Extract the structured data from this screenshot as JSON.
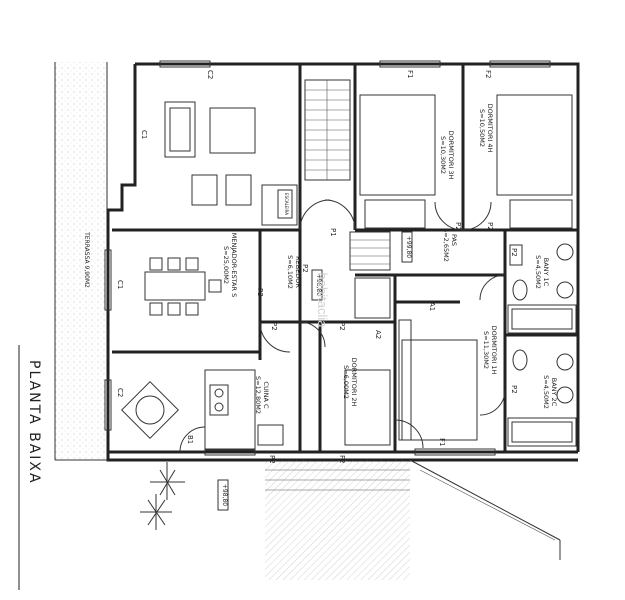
{
  "floor_plan": {
    "plan_title": "PLANTA BAIXA",
    "watermark": "habitaclia",
    "rooms": [
      {
        "id": "menjador",
        "name": "MENJADOR-ESTAR S",
        "area": "S=25,00M2"
      },
      {
        "id": "rebedor",
        "name": "REBEDOR",
        "area": "S=6,10M2"
      },
      {
        "id": "cuina",
        "name": "CUINA C",
        "area": "S=12,80M2"
      },
      {
        "id": "dorm2h",
        "name": "DORMITORI 2H",
        "area": "S=6,00M2"
      },
      {
        "id": "dorm3h",
        "name": "DORMITORI 3H",
        "area": "S=10,30M2"
      },
      {
        "id": "dorm4h",
        "name": "DORMITORI 4H",
        "area": "S=10,50M2"
      },
      {
        "id": "dorm1h",
        "name": "DORMITORI 1H",
        "area": "S=11,30M2"
      },
      {
        "id": "pas",
        "name": "PAS",
        "area": "S=2,65M2"
      },
      {
        "id": "bany1c",
        "name": "BANY 1C",
        "area": "S=4,50M2"
      },
      {
        "id": "bany2c",
        "name": "BANY 2C",
        "area": "S=4,50M2"
      },
      {
        "id": "terrassa",
        "name": "TERRASSA 9,90M2",
        "area": ""
      }
    ],
    "levels": [
      "+98,80",
      "+99,80",
      "+98,80"
    ],
    "door_tags": {
      "p1": "P1",
      "p2": "P2",
      "p3": "P3",
      "a1": "A1",
      "a2": "A2",
      "b1": "B1",
      "c1": "C1",
      "c2": "C2",
      "f1": "F1",
      "f2": "F2"
    },
    "misc": {
      "escalator_tag": "ESCALEIRA"
    }
  }
}
